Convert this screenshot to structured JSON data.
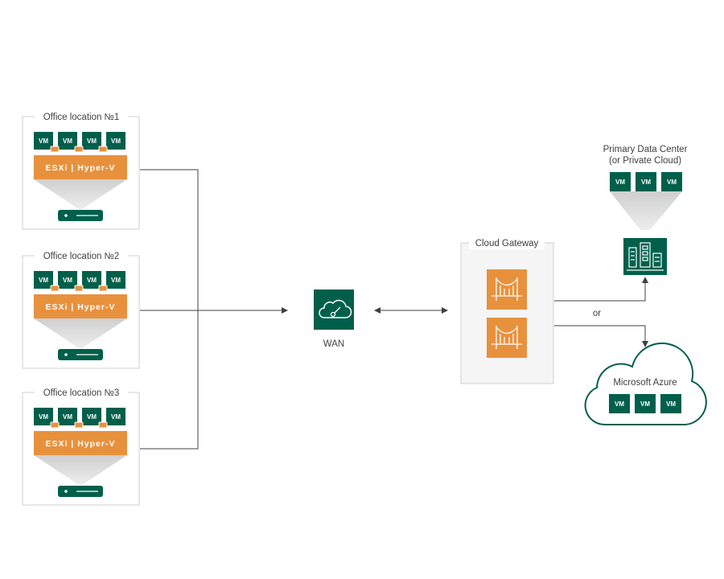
{
  "offices": [
    {
      "title": "Office location №1",
      "vm_label": "VM",
      "hypervisor_label": "ESXi | Hyper-V"
    },
    {
      "title": "Office location №2",
      "vm_label": "VM",
      "hypervisor_label": "ESXi | Hyper-V"
    },
    {
      "title": "Office location №3",
      "vm_label": "VM",
      "hypervisor_label": "ESXi | Hyper-V"
    }
  ],
  "wan": {
    "label": "WAN",
    "icon": "cloud-network-icon"
  },
  "cloud_gateway": {
    "title": "Cloud Gateway",
    "icon": "bridge-gateway-icon"
  },
  "primary_dc": {
    "title_line1": "Primary Data Center",
    "title_line2": "(or Private Cloud)",
    "vm_label": "VM",
    "icon": "building-icon"
  },
  "or_label": "or",
  "azure": {
    "title": "Microsoft Azure",
    "vm_label": "VM"
  },
  "colors": {
    "veeam_green": "#005f4b",
    "orange": "#e8913d",
    "gray_funnel": "#dadada",
    "frame": "#cfcfcf",
    "line": "#404040"
  }
}
